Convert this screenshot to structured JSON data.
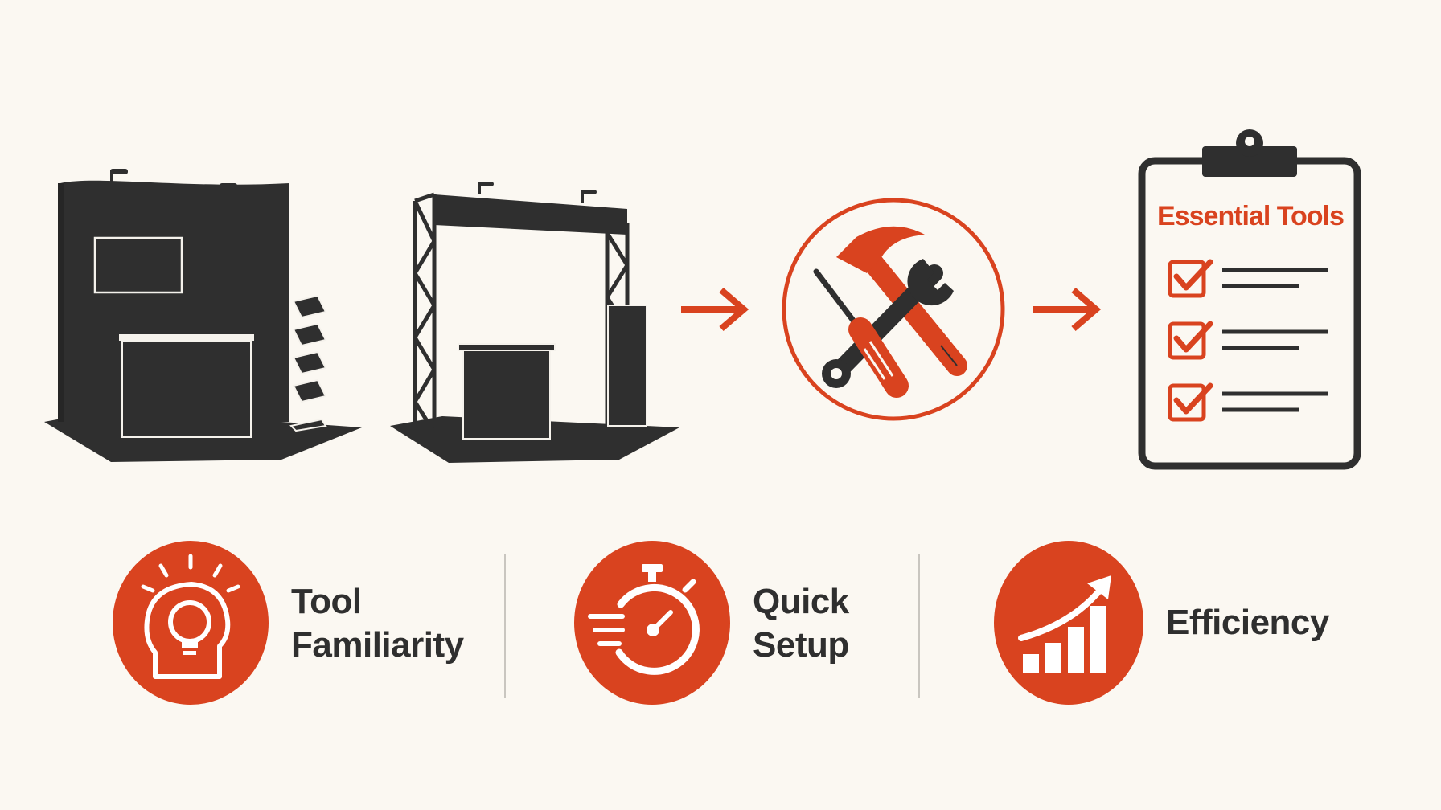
{
  "colors": {
    "accent": "#d9431f",
    "dark": "#2f2f2f",
    "background": "#fbf8f2",
    "divider": "#c9c6c0"
  },
  "top_row": {
    "booths": [
      "curved-wall-booth-icon",
      "truss-booth-icon"
    ],
    "tools_icon": "hammer-wrench-screwdriver-icon",
    "checklist": {
      "title": "Essential Tools",
      "items": 3
    }
  },
  "features": [
    {
      "icon": "lightbulb-head-icon",
      "line1": "Tool",
      "line2": "Familiarity"
    },
    {
      "icon": "stopwatch-icon",
      "line1": "Quick",
      "line2": "Setup"
    },
    {
      "icon": "growth-chart-icon",
      "line1": "Efficiency",
      "line2": ""
    }
  ]
}
